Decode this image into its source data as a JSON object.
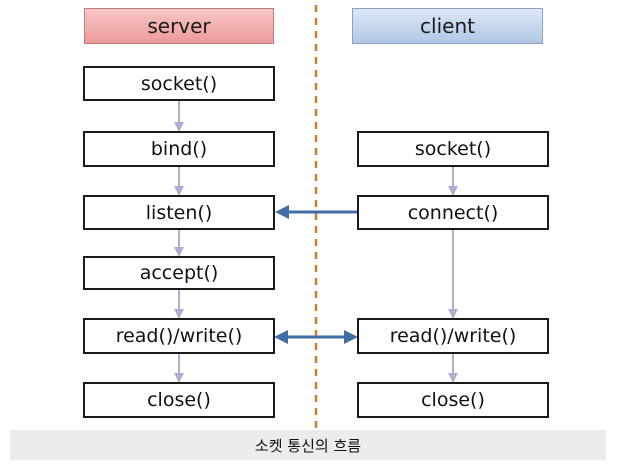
{
  "headers": {
    "server": "server",
    "client": "client"
  },
  "server_steps": [
    "socket()",
    "bind()",
    "listen()",
    "accept()",
    "read()/write()",
    "close()"
  ],
  "client_steps": [
    "socket()",
    "connect()",
    "read()/write()",
    "close()"
  ],
  "caption": "소켓 통신의 흐름",
  "colors": {
    "flow_arrow": "#b4a9cf",
    "cross_arrow": "#3f6da6",
    "divider": "#d17c2e"
  }
}
